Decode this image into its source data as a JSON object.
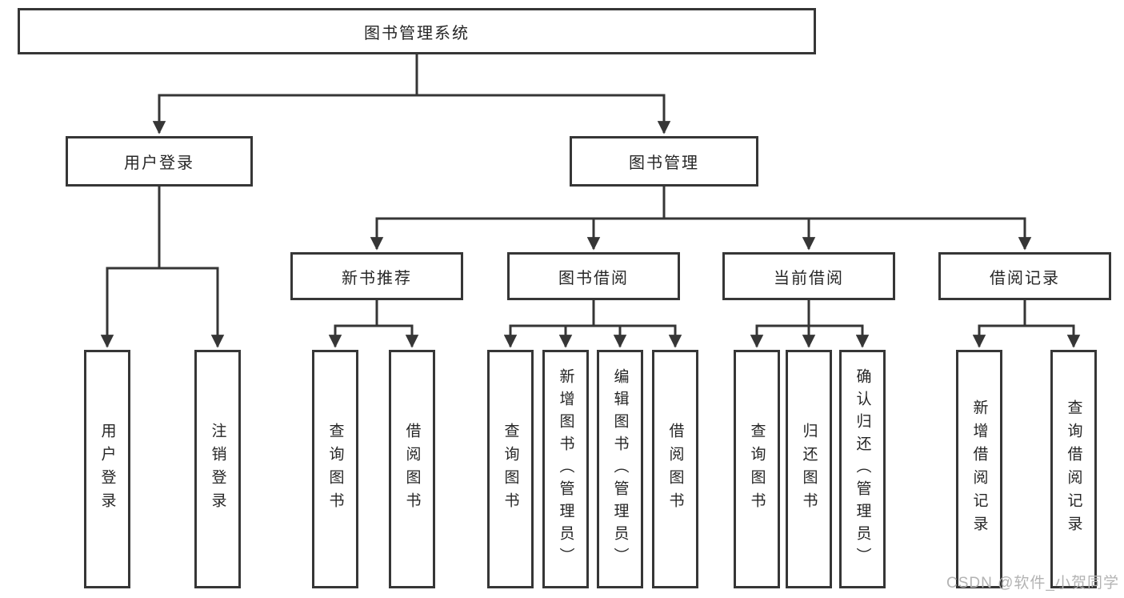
{
  "diagram": {
    "type": "hierarchy-tree",
    "title": "图书管理系统"
  },
  "tree": {
    "root": {
      "label": "图书管理系统",
      "children": [
        {
          "label": "用户登录",
          "children": [
            {
              "label": "用户登录"
            },
            {
              "label": "注销登录"
            }
          ]
        },
        {
          "label": "图书管理",
          "children": [
            {
              "label": "新书推荐",
              "children": [
                {
                  "label": "查询图书"
                },
                {
                  "label": "借阅图书"
                }
              ]
            },
            {
              "label": "图书借阅",
              "children": [
                {
                  "label": "查询图书"
                },
                {
                  "label": "新增图书（管理员）"
                },
                {
                  "label": "编辑图书（管理员）"
                },
                {
                  "label": "借阅图书"
                }
              ]
            },
            {
              "label": "当前借阅",
              "children": [
                {
                  "label": "查询图书"
                },
                {
                  "label": "归还图书"
                },
                {
                  "label": "确认归还（管理员）"
                }
              ]
            },
            {
              "label": "借阅记录",
              "children": [
                {
                  "label": "新增借阅记录"
                },
                {
                  "label": "查询借阅记录"
                }
              ]
            }
          ]
        }
      ]
    }
  },
  "watermark": {
    "text": "CSDN @软件_小贺同学"
  },
  "colors": {
    "line": "#363636",
    "box_border": "#363636",
    "text": "#262626",
    "watermark": "#b3b3b3",
    "background": "#ffffff"
  }
}
